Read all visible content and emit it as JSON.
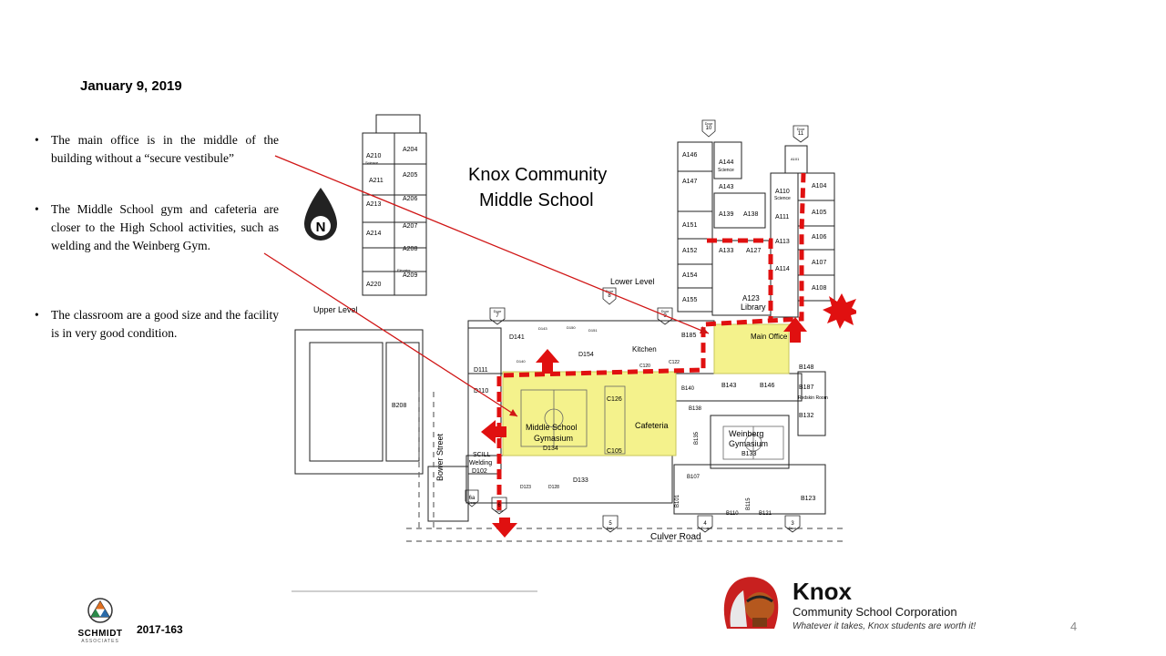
{
  "slide": {
    "date": "January 9, 2019",
    "bullets": [
      "The main office is in the middle of the building without a “secure vestibule”",
      "The Middle School gym and cafeteria are closer to the High School activities, such as welding and the Weinberg Gym.",
      "The classroom are a good size and the facility is in very good condition."
    ],
    "bullet_glyph": "•",
    "project_code": "2017-163",
    "page_number": "4"
  },
  "floor_plan": {
    "title_line1": "Knox Community",
    "title_line2": "Middle School",
    "compass": "N",
    "labels": {
      "upper_level": "Upper Level",
      "lower_level": "Lower Level",
      "main_office": "Main Office",
      "library": "Library",
      "library_room": "A123",
      "kitchen": "Kitchen",
      "cafeteria": "Cafeteria",
      "ms_gym_1": "Middle School",
      "ms_gym_2": "Gymasium",
      "ms_gym_room": "D134",
      "weinberg_1": "Weinberg",
      "weinberg_2": "Gymasium",
      "weinberg_room": "B133",
      "scill_1": "SCILL",
      "scill_2": "Welding",
      "scill_room": "D102",
      "bower_street": "Bower Street",
      "culver_road": "Culver Road",
      "redskin_room": "Redskin Room",
      "science": "Science",
      "elevator": "Elevator"
    },
    "rooms": {
      "a210": "A210",
      "a211": "A211",
      "a213": "A213",
      "a214": "A214",
      "a220": "A220",
      "a204": "A204",
      "a205": "A205",
      "a206": "A206",
      "a207": "A207",
      "a208": "A208",
      "a209": "A209",
      "a146": "A146",
      "a147": "A147",
      "a151": "A151",
      "a152": "A152",
      "a154": "A154",
      "a155": "A155",
      "a144": "A144",
      "a143": "A143",
      "a139": "A139",
      "a138": "A138",
      "a133": "A133",
      "a127": "A127",
      "a110": "A110",
      "a111": "A111",
      "a113": "A113",
      "a114": "A114",
      "a104": "A104",
      "a105": "A105",
      "a106": "A106",
      "a107": "A107",
      "a108": "A108",
      "a101": "A101",
      "b185": "B185",
      "b187": "B187",
      "b148": "B148",
      "b143": "B143",
      "b146": "B146",
      "b140": "B140",
      "b138": "B138",
      "b132": "B132",
      "b135": "B135",
      "b107": "B107",
      "b101": "B101",
      "b110": "B110",
      "b115": "B115",
      "b121": "B121",
      "b123": "B123",
      "b208": "B208",
      "c126": "C126",
      "c105": "C105",
      "c120": "C120",
      "c122": "C122",
      "d141": "D141",
      "d154": "D154",
      "d111": "D111",
      "d110": "D110",
      "d133": "D133",
      "d123": "D123",
      "d128": "D128",
      "d140": "D140",
      "d143": "D143",
      "d150": "D150",
      "d151": "D151"
    },
    "doors": {
      "d10": "10",
      "d11": "11",
      "d8": "8",
      "d7": "7",
      "d9": "9",
      "d6": "6",
      "d6a": "6a",
      "d5": "5",
      "d4": "4",
      "d3": "3",
      "door_word": "Door"
    }
  },
  "footer": {
    "schmidt_name": "SCHMIDT",
    "schmidt_sub": "ASSOCIATES",
    "knox_title": "Knox",
    "knox_sub": "Community School Corporation",
    "knox_tag": "Whatever it takes, Knox students are worth it!"
  },
  "colors": {
    "highlight": "#f4f28c",
    "route": "#e01010",
    "pointer_line": "#d01515"
  }
}
